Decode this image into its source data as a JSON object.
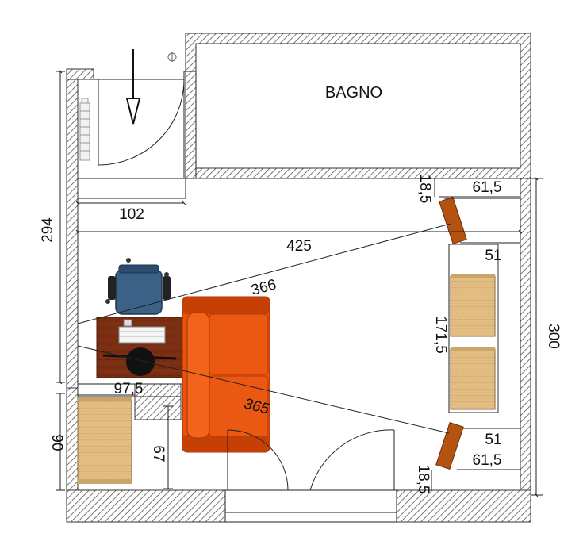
{
  "room_label": "BAGNO",
  "dimensions": {
    "d102": "102",
    "d425": "425",
    "d294": "294",
    "d300": "300",
    "d366": "366",
    "d365": "365",
    "d97_5": "97,5",
    "d90": "90",
    "d67": "67",
    "d18_5_top": "18,5",
    "d18_5_bottom": "18,5",
    "d61_5_top": "61,5",
    "d61_5_bottom": "61,5",
    "d51_top": "51",
    "d51_bottom": "51",
    "d171_5": "171,5"
  },
  "colors": {
    "wall_hatch": "#555555",
    "sofa": "#e8520c",
    "sofa_dark": "#c63f05",
    "desk": "#7a2e12",
    "chair": "#3b6187",
    "cabinet": "#e2bd84",
    "speaker": "#b4530f"
  }
}
